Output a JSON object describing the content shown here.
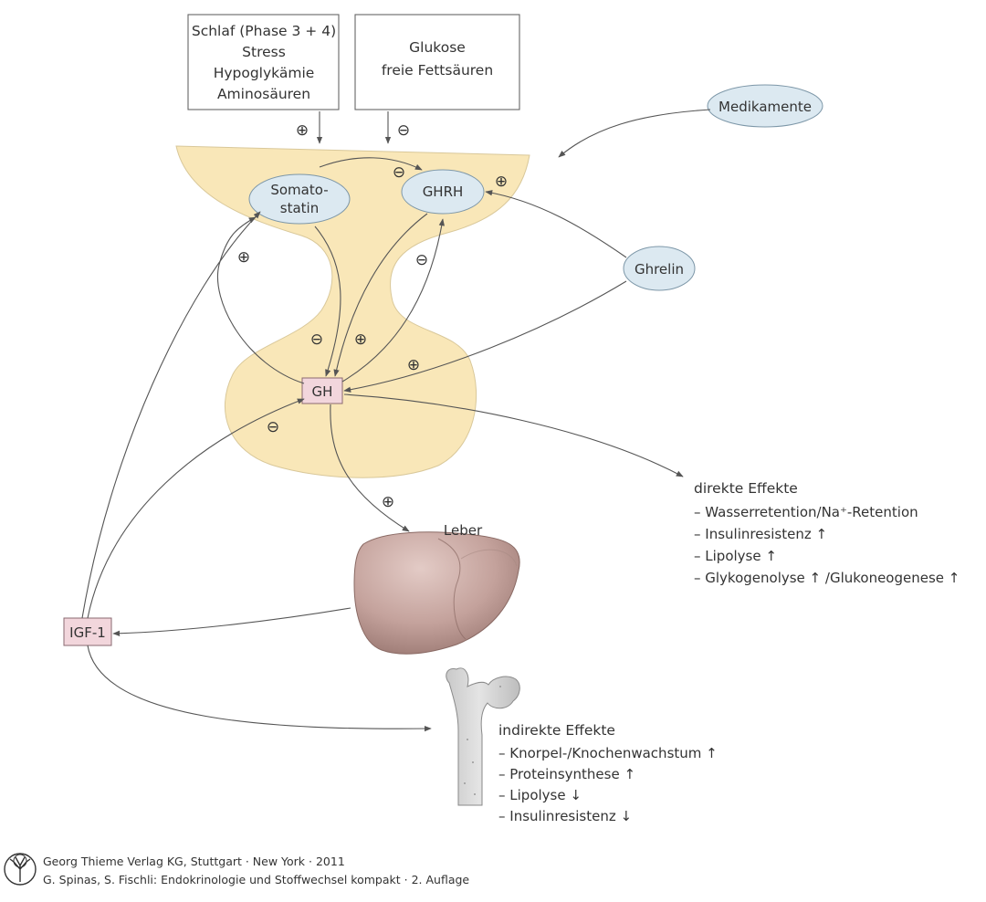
{
  "stimuli_box": {
    "lines": [
      "Schlaf (Phase 3 + 4)",
      "Stress",
      "Hypoglykämie",
      "Aminosäuren"
    ],
    "sign": "⊕"
  },
  "inhibitors_box": {
    "lines": [
      "Glukose",
      "freie Fettsäuren"
    ],
    "sign": "⊖"
  },
  "nodes": {
    "medikamente": "Medikamente",
    "somatostatin_line1": "Somato-",
    "somatostatin_line2": "statin",
    "ghrh": "GHRH",
    "ghrelin": "Ghrelin",
    "gh": "GH",
    "igf1": "IGF-1",
    "leber": "Leber"
  },
  "signs": {
    "somatostatin_to_ghrh": "⊖",
    "ghrelin_to_ghrh": "⊕",
    "gh_to_somatostatin": "⊕",
    "gh_to_ghrh": "⊖",
    "somatostatin_to_gh": "⊖",
    "ghrh_to_gh": "⊕",
    "ghrelin_to_gh": "⊕",
    "igf1_to_gh": "⊖",
    "gh_to_leber": "⊕"
  },
  "direct_effects": {
    "title": "direkte Effekte",
    "items": [
      "– Wasserretention/Na⁺-Retention",
      "– Insulinresistenz ↑",
      "– Lipolyse ↑",
      "– Glykogenolyse ↑ /Glukoneogenese ↑"
    ]
  },
  "indirect_effects": {
    "title": "indirekte Effekte",
    "items": [
      "– Knorpel-/Knochenwachstum ↑",
      "– Proteinsynthese ↑",
      "– Lipolyse ↓",
      "– Insulinresistenz ↓"
    ]
  },
  "footer": {
    "line1": "Georg Thieme Verlag KG, Stuttgart · New York · 2011",
    "line2": "G. Spinas, S. Fischli: Endokrinologie und Stoffwechsel kompakt · 2. Auflage",
    "logo": "thieme-tree-logo"
  },
  "colors": {
    "gland_fill": "#f9e7b8",
    "ellipse_fill": "#dce9f1",
    "hormone_box_fill": "#f2d6dc",
    "liver_fill": "#c9aaa4",
    "bone_fill": "#d9d9d9",
    "line": "#555555"
  }
}
